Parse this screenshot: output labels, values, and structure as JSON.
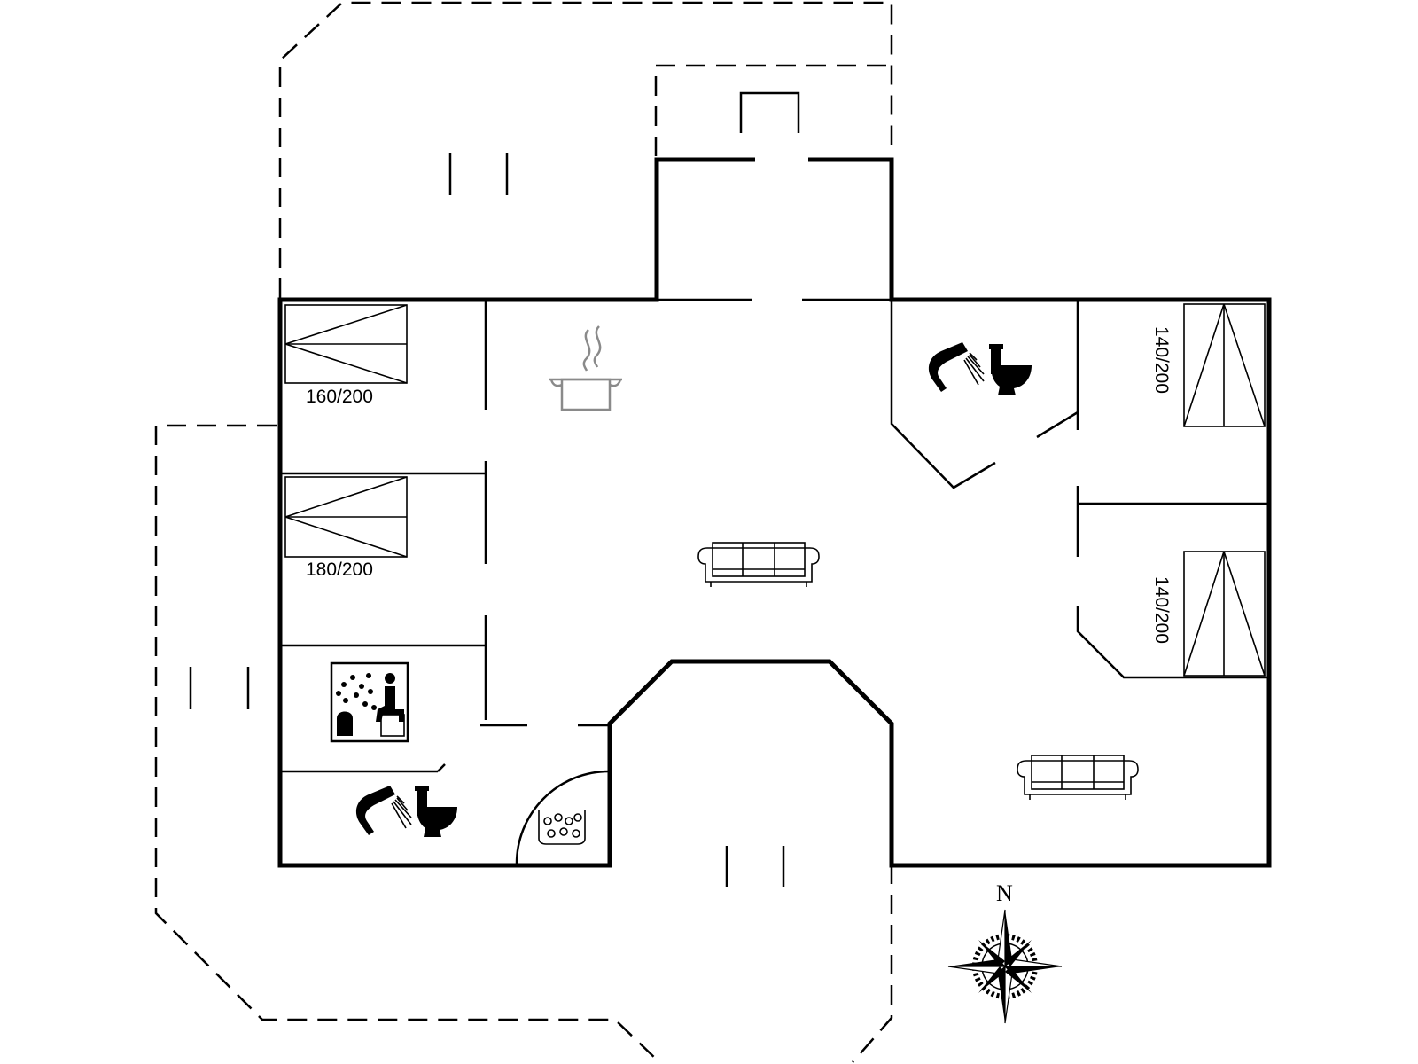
{
  "labels": {
    "bed1": "160/200",
    "bed2": "180/200",
    "bed3": "140/200",
    "bed4": "140/200"
  },
  "compass": {
    "north": "N"
  },
  "icons": [
    "kitchen-pot-icon",
    "sofa-icon",
    "shower-icon",
    "toilet-icon",
    "sauna-icon",
    "hot-tub-icon",
    "compass-rose-icon"
  ]
}
